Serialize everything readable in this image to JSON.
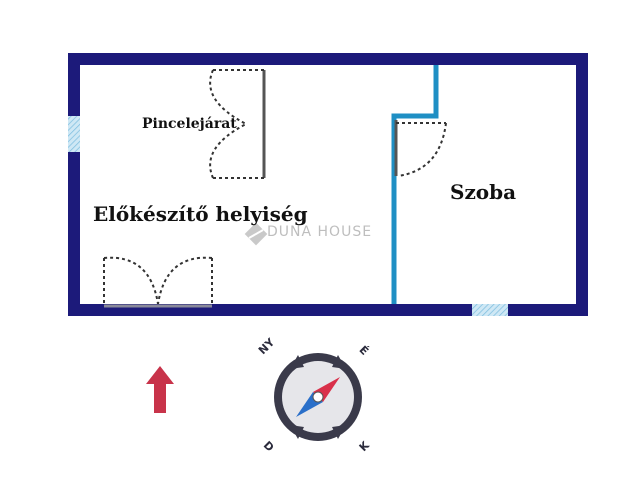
{
  "rooms": {
    "preparation_room": "Előkészítő helyiség",
    "room": "Szoba",
    "cellar_entrance": "Pincelejárat"
  },
  "watermark": {
    "text": "DUNA HOUSE"
  },
  "compass": {
    "northwest": "NY",
    "northeast": "É",
    "southwest": "D",
    "southeast": "K"
  },
  "colors": {
    "outer_wall": "#1c1a7a",
    "partition_wall": "#1f8fc4",
    "window": "#a9d4ea",
    "door_line": "#333333",
    "arrow": "#c8334a",
    "compass_ring": "#3a3a4a",
    "compass_needle_red": "#d9304a",
    "compass_needle_blue": "#2a6fc9"
  },
  "icons": {
    "north_arrow": "up-arrow-icon",
    "compass": "compass-icon",
    "watermark_logo": "duna-house-logo-icon"
  }
}
